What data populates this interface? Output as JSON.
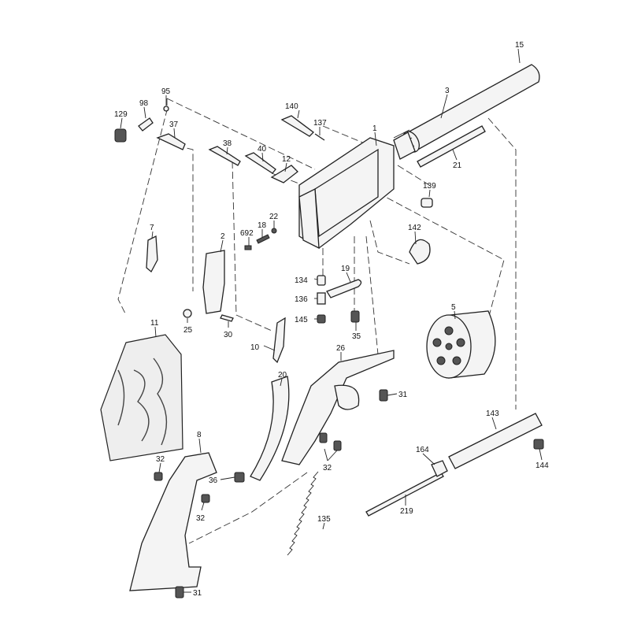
{
  "title": "Revolver exploded parts diagram",
  "labels": {
    "p15": "15",
    "p3": "3",
    "p1": "1",
    "p140": "140",
    "p137": "137",
    "p95": "95",
    "p98": "98",
    "p129": "129",
    "p37": "37",
    "p38": "38",
    "p40": "40",
    "p12": "12",
    "p21": "21",
    "p139": "139",
    "p692": "692",
    "p18": "18",
    "p22": "22",
    "p142": "142",
    "p7": "7",
    "p2": "2",
    "p134": "134",
    "p19": "19",
    "p136": "136",
    "p145": "145",
    "p35": "35",
    "p5": "5",
    "p25": "25",
    "p30": "30",
    "p10": "10",
    "p11": "11",
    "p20": "20",
    "p26": "26",
    "p31a": "31",
    "p8": "8",
    "p36": "36",
    "p32a": "32",
    "p32b": "32",
    "p32c": "32",
    "p164": "164",
    "p143": "143",
    "p144": "144",
    "p135": "135",
    "p219": "219",
    "p31b": "31"
  }
}
